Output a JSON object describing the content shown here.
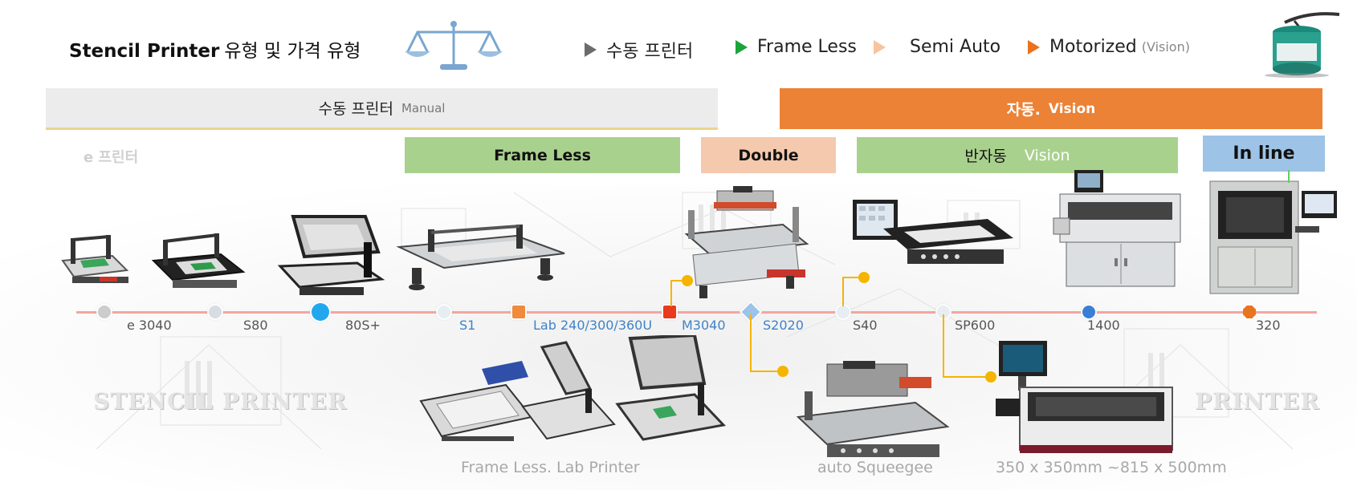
{
  "header": {
    "title_bold": "Stencil Printer",
    "title_rest": "유형 및 가격 유형"
  },
  "legend": [
    {
      "label": "수동 프린터",
      "note": "",
      "color": "#6b6b6b"
    },
    {
      "label": "Frame Less",
      "note": "",
      "color": "#1aa53a"
    },
    {
      "label": "Semi Auto",
      "note": "",
      "color": "#f7c49d"
    },
    {
      "label": "Motorized",
      "note": "(Vision)",
      "color": "#e8741e"
    }
  ],
  "bands": {
    "manual": {
      "label": "수동 프린터",
      "sub": "Manual"
    },
    "auto": {
      "label": "자동.",
      "sub": "Vision"
    },
    "e_printer": "e 프린터",
    "frameless": "Frame Less",
    "double": "Double",
    "semi": {
      "label": "반자동",
      "sub": "Vision"
    },
    "inline": "In line"
  },
  "colors": {
    "auto_orange": "#ec8235",
    "frameless_green": "#a9d18e",
    "double_peach": "#f4c9ad",
    "inline_blue": "#9dc3e6",
    "timeline_red": "#f2a7a0",
    "connector_yellow": "#f5b400"
  },
  "timeline": [
    {
      "model": "e 3040",
      "color": "#cccccc",
      "text_color": "#555555"
    },
    {
      "model": "S80",
      "color": "#d7dde3",
      "text_color": "#555555"
    },
    {
      "model": "80S+",
      "color": "#22a7ee",
      "text_color": "#555555"
    },
    {
      "model": "S1",
      "color": "#e6eef3",
      "text_color": "#3f82c9"
    },
    {
      "model": "Lab 240/300/360U",
      "color": "#f08a3c",
      "text_color": "#3f82c9"
    },
    {
      "model": "M3040",
      "color": "#e83a1c",
      "text_color": "#3f82c9"
    },
    {
      "model": "S2020",
      "color": "#9cc3e9",
      "text_color": "#3f82c9"
    },
    {
      "model": "S40",
      "color": "#e6eef3",
      "text_color": "#555555"
    },
    {
      "model": "SP600",
      "color": "#e6eef3",
      "text_color": "#555555"
    },
    {
      "model": "1400",
      "color": "#3a7fd6",
      "text_color": "#555555"
    },
    {
      "model": "320",
      "color": "#e8741e",
      "text_color": "#555555"
    }
  ],
  "captions": {
    "frameless_lab": "Frame Less.   Lab Printer",
    "auto_squeegee": "auto Squeegee",
    "size_range": "350 x 350mm ~815 x 500mm"
  },
  "watermarks": {
    "left": "STENCIL PRINTER",
    "right": "PRINTER"
  },
  "icons": [
    "balance-scale-icon",
    "solder-paste-jar-icon"
  ]
}
